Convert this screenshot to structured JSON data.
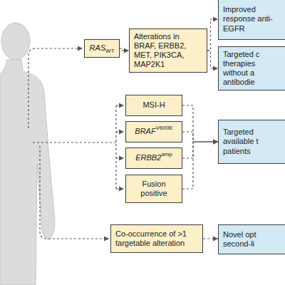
{
  "diagram": {
    "nodes": [
      {
        "text": [
          "RAS",
          "WT"
        ]
      },
      {
        "text": [
          "Alterations in BRAF, ERBB2, MET, PIK3CA, MAP2K1"
        ]
      },
      {
        "text": [
          "Improved response anti-EGFR"
        ]
      },
      {
        "text": [
          "Targeted c therapies without a antibodie"
        ]
      },
      {
        "text": [
          "MSI-H"
        ]
      },
      {
        "text": [
          "BRAF",
          "V600E"
        ]
      },
      {
        "text": [
          "ERBB2",
          "amp"
        ]
      },
      {
        "text": [
          "Fusion positive"
        ]
      },
      {
        "text": [
          "Targeted available t patients"
        ]
      },
      {
        "text": [
          "Co-occurrence of >1 targetable alteration"
        ]
      },
      {
        "text": [
          "Novel opt second-li"
        ]
      }
    ],
    "edges": [
      {
        "from": 0,
        "to": 1,
        "arrow": "to"
      },
      {
        "from": 1,
        "to": 2,
        "arrow": "to"
      },
      {
        "from": 1,
        "to": 3,
        "arrow": "to"
      },
      {
        "from": 4,
        "to": 8,
        "arrow": "to"
      },
      {
        "from": 5,
        "to": 8,
        "arrow": "to"
      },
      {
        "from": 6,
        "to": 8,
        "arrow": "to"
      },
      {
        "from": 7,
        "to": 8,
        "arrow": "to"
      },
      {
        "from": 9,
        "to": 10,
        "arrow": "to"
      }
    ]
  }
}
